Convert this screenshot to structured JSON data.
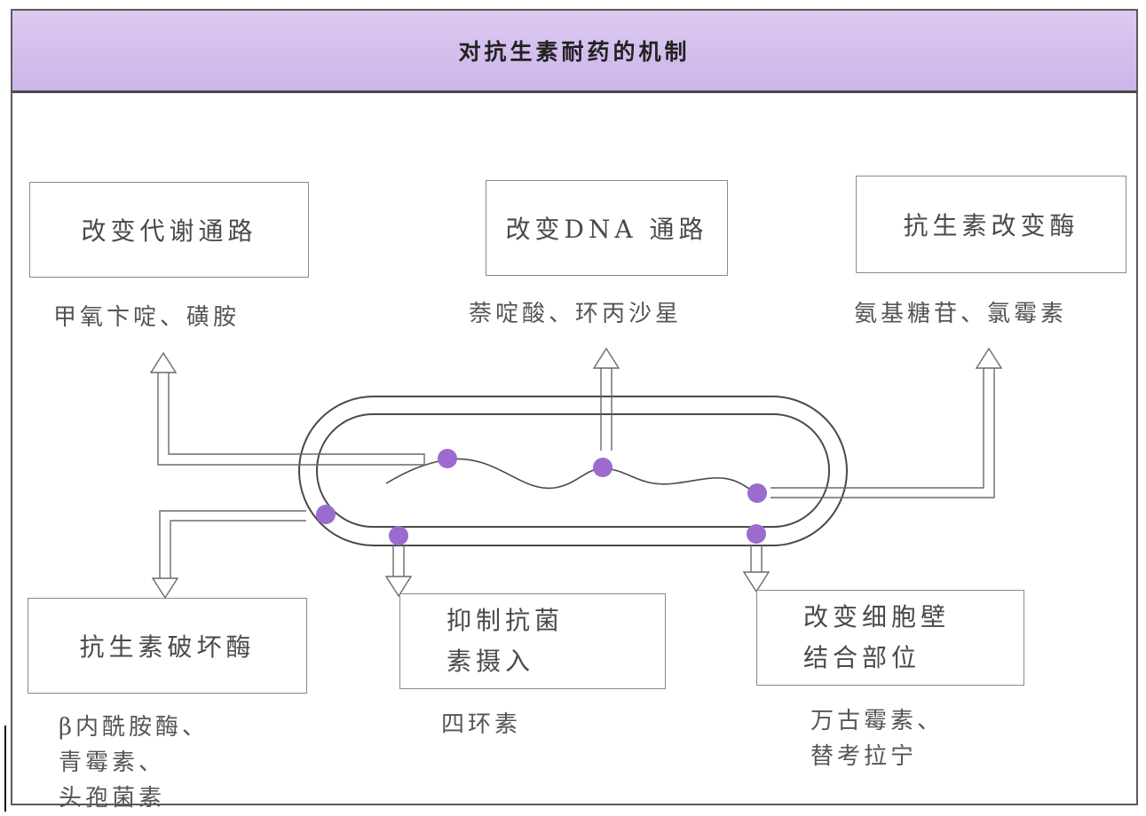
{
  "title": "对抗生素耐药的机制",
  "mechanisms": {
    "metabolic": {
      "label": "改变代谢通路",
      "examples": "甲氧卞啶、磺胺"
    },
    "dna": {
      "label": "改变DNA 通路",
      "examples": "萘啶酸、环丙沙星"
    },
    "modifying_enzyme": {
      "label": "抗生素改变酶",
      "examples": "氨基糖苷、氯霉素"
    },
    "destroying_enzyme": {
      "label": "抗生素破坏酶",
      "examples": "β内酰胺酶、\n青霉素、\n头孢菌素"
    },
    "uptake": {
      "label": "抑制抗菌\n素摄入",
      "examples": "四环素"
    },
    "cell_wall": {
      "label": "改变细胞壁\n结合部位",
      "examples": "万古霉素、\n替考拉宁"
    }
  },
  "colors": {
    "header": "#d3bdec",
    "dot": "#9b6bcf",
    "line": "#5a5a5a"
  }
}
